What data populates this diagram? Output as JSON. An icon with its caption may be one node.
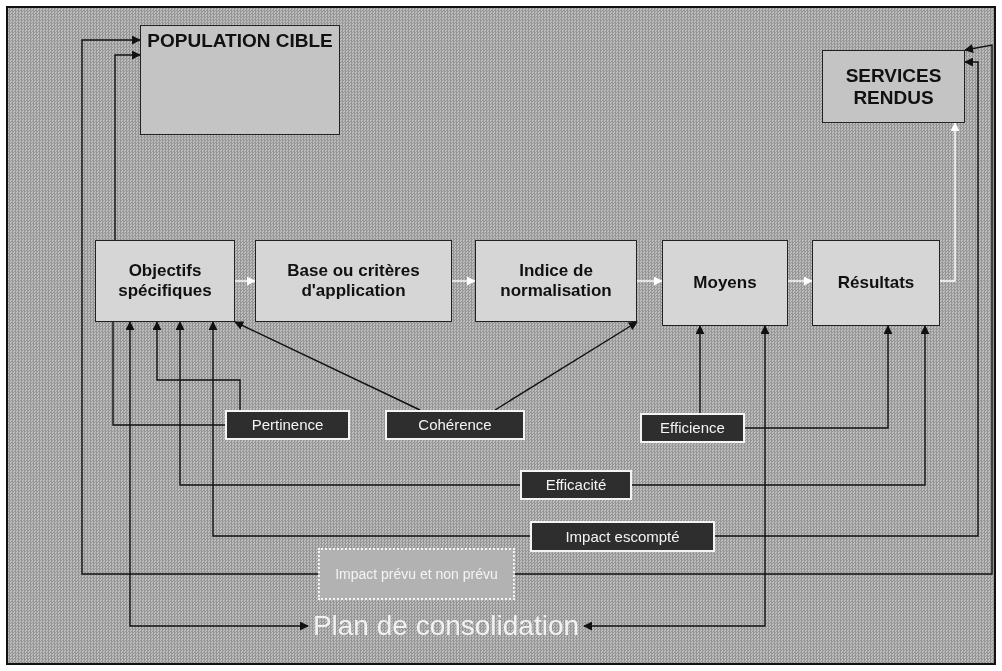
{
  "diagram": {
    "nodes": [
      {
        "text": [
          "POPULATION CIBLE"
        ]
      },
      {
        "text": [
          "SERVICES RENDUS"
        ]
      },
      {
        "text": [
          "Objectifs spécifiques"
        ]
      },
      {
        "text": [
          "Base ou critères d'application"
        ]
      },
      {
        "text": [
          "Indice de normalisation"
        ]
      },
      {
        "text": [
          "Moyens"
        ]
      },
      {
        "text": [
          "Résultats"
        ]
      },
      {
        "text": [
          "Pertinence"
        ]
      },
      {
        "text": [
          "Cohérence"
        ]
      },
      {
        "text": [
          "Efficience"
        ]
      },
      {
        "text": [
          "Efficacité"
        ]
      },
      {
        "text": [
          "Impact escompté"
        ]
      },
      {
        "text": [
          "Impact prévu et non prévu"
        ]
      },
      {
        "text": [
          "Plan de consolidation"
        ]
      }
    ],
    "edges": [
      {
        "from": 2,
        "to": 0,
        "arrow": "to"
      },
      {
        "from": 2,
        "to": 3,
        "arrow": "to",
        "color": "#ffffff"
      },
      {
        "from": 3,
        "to": 4,
        "arrow": "to",
        "color": "#ffffff"
      },
      {
        "from": 4,
        "to": 5,
        "arrow": "to",
        "color": "#ffffff"
      },
      {
        "from": 5,
        "to": 6,
        "arrow": "to",
        "color": "#ffffff"
      },
      {
        "from": 6,
        "to": 1,
        "arrow": "to",
        "color": "#ffffff"
      },
      {
        "from": 7,
        "to": 2,
        "arrow": "to"
      },
      {
        "from": 7,
        "to": 2,
        "arrow": "none"
      },
      {
        "from": 8,
        "to": 2,
        "arrow": "to"
      },
      {
        "from": 8,
        "to": 4,
        "arrow": "to"
      },
      {
        "from": 9,
        "to": 5,
        "arrow": "to"
      },
      {
        "from": 9,
        "to": 6,
        "arrow": "to"
      },
      {
        "from": 10,
        "to": 2,
        "arrow": "to"
      },
      {
        "from": 10,
        "to": 6,
        "arrow": "to"
      },
      {
        "from": 11,
        "to": 2,
        "arrow": "to"
      },
      {
        "from": 11,
        "to": 1,
        "arrow": "to"
      },
      {
        "from": 13,
        "to": 5,
        "arrow": "both"
      },
      {
        "from": 12,
        "to": 0,
        "arrow": "to"
      },
      {
        "from": 12,
        "to": 1,
        "arrow": "to"
      },
      {
        "from": 13,
        "to": 2,
        "arrow": "both"
      }
    ]
  }
}
